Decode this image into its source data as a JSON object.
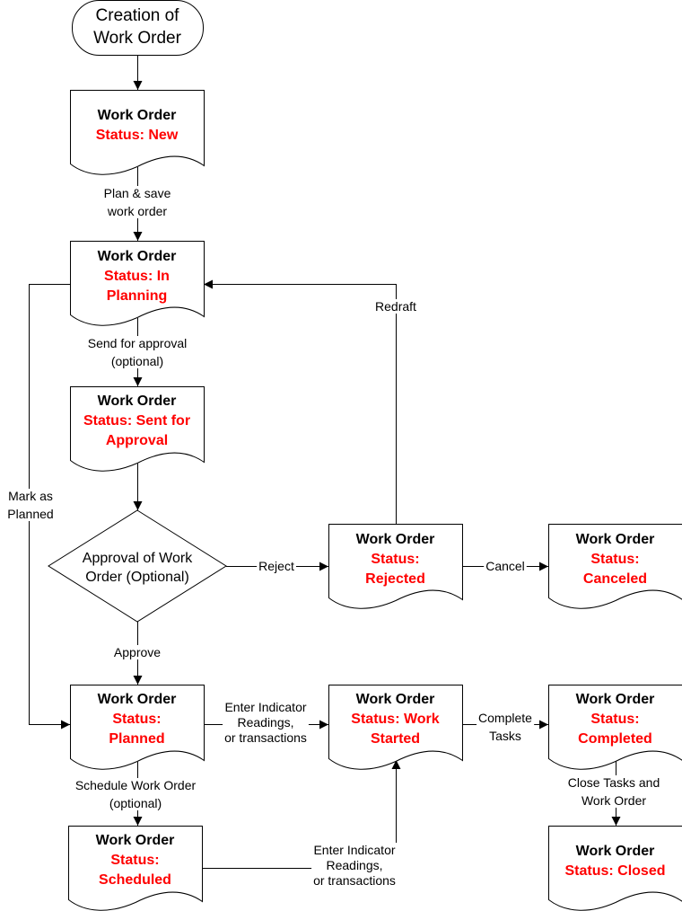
{
  "diagram": {
    "status_color": "#FF0000",
    "start": {
      "lines": [
        "Creation of",
        "Work Order"
      ]
    },
    "decision": {
      "lines": [
        "Approval of Work",
        "Order (Optional)"
      ]
    },
    "nodes": [
      {
        "id": "new",
        "title": "Work Order",
        "status_lines": [
          "Status: New"
        ]
      },
      {
        "id": "in-planning",
        "title": "Work Order",
        "status_lines": [
          "Status: In",
          "Planning"
        ]
      },
      {
        "id": "sent-for-approval",
        "title": "Work Order",
        "status_lines": [
          "Status: Sent for",
          "Approval"
        ]
      },
      {
        "id": "rejected",
        "title": "Work Order",
        "status_lines": [
          "Status:",
          "Rejected"
        ]
      },
      {
        "id": "canceled",
        "title": "Work Order",
        "status_lines": [
          "Status:",
          "Canceled"
        ]
      },
      {
        "id": "planned",
        "title": "Work Order",
        "status_lines": [
          "Status:",
          "Planned"
        ]
      },
      {
        "id": "work-started",
        "title": "Work Order",
        "status_lines": [
          "Status: Work",
          "Started"
        ]
      },
      {
        "id": "completed",
        "title": "Work Order",
        "status_lines": [
          "Status:",
          "Completed"
        ]
      },
      {
        "id": "scheduled",
        "title": "Work Order",
        "status_lines": [
          "Status:",
          "Scheduled"
        ]
      },
      {
        "id": "closed",
        "title": "Work Order",
        "status_lines": [
          "Status: Closed"
        ]
      }
    ],
    "edges": [
      {
        "id": "create-to-new",
        "from": "start",
        "to": "new",
        "label_lines": []
      },
      {
        "id": "new-to-in-planning",
        "from": "new",
        "to": "in-planning",
        "label_lines": [
          "Plan & save",
          "work order"
        ]
      },
      {
        "id": "in-planning-to-sent",
        "from": "in-planning",
        "to": "sent-for-approval",
        "label_lines": [
          "Send for approval",
          "(optional)"
        ]
      },
      {
        "id": "sent-to-decision",
        "from": "sent-for-approval",
        "to": "decision",
        "label_lines": []
      },
      {
        "id": "decision-reject",
        "from": "decision",
        "to": "rejected",
        "label_lines": [
          "Reject"
        ]
      },
      {
        "id": "rejected-cancel",
        "from": "rejected",
        "to": "canceled",
        "label_lines": [
          "Cancel"
        ]
      },
      {
        "id": "rejected-redraft",
        "from": "rejected",
        "to": "in-planning",
        "label_lines": [
          "Redraft"
        ]
      },
      {
        "id": "decision-approve",
        "from": "decision",
        "to": "planned",
        "label_lines": [
          "Approve"
        ]
      },
      {
        "id": "in-planning-mark-planned",
        "from": "in-planning",
        "to": "planned",
        "label_lines": [
          "Mark as",
          "Planned"
        ]
      },
      {
        "id": "planned-to-work-started",
        "from": "planned",
        "to": "work-started",
        "label_lines": [
          "Enter Indicator",
          "Readings,",
          "or transactions"
        ]
      },
      {
        "id": "planned-to-scheduled",
        "from": "planned",
        "to": "scheduled",
        "label_lines": [
          "Schedule Work Order",
          "(optional)"
        ]
      },
      {
        "id": "scheduled-to-work-started",
        "from": "scheduled",
        "to": "work-started",
        "label_lines": [
          "Enter Indicator",
          "Readings,",
          "or transactions"
        ]
      },
      {
        "id": "work-started-to-completed",
        "from": "work-started",
        "to": "completed",
        "label_lines": [
          "Complete",
          "Tasks"
        ]
      },
      {
        "id": "completed-to-closed",
        "from": "completed",
        "to": "closed",
        "label_lines": [
          "Close Tasks and",
          "Work Order"
        ]
      }
    ]
  }
}
